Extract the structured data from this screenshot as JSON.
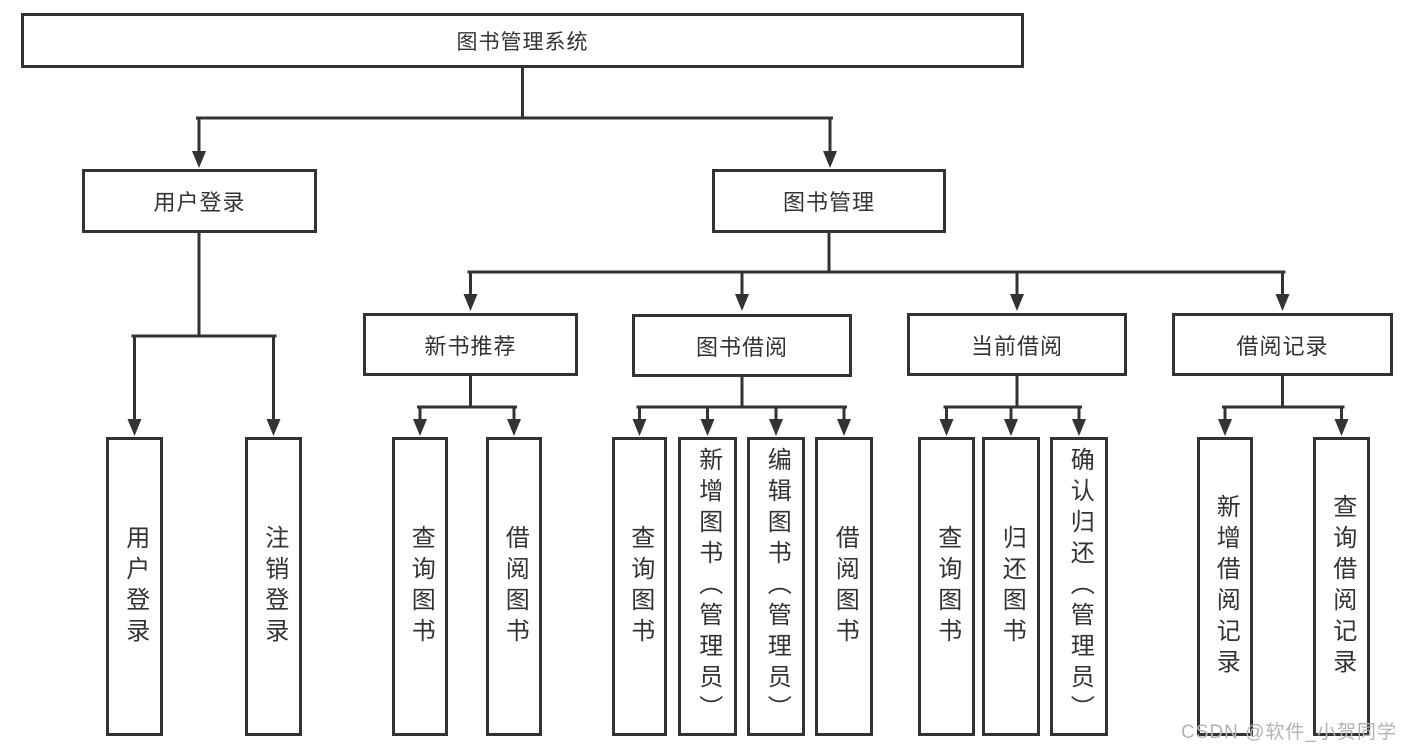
{
  "diagram": {
    "root": "图书管理系统",
    "level2": {
      "user_login": "用户登录",
      "book_management": "图书管理"
    },
    "level3": {
      "new_books": "新书推荐",
      "book_borrow": "图书借阅",
      "current_borrow": "当前借阅",
      "borrow_records": "借阅记录"
    },
    "leaves": {
      "user_login": [
        "用户登录",
        "注销登录"
      ],
      "new_books": [
        "查询图书",
        "借阅图书"
      ],
      "book_borrow": [
        "查询图书",
        "新增图书（管理员）",
        "编辑图书（管理员）",
        "借阅图书"
      ],
      "current_borrow": [
        "查询图书",
        "归还图书",
        "确认归还（管理员）"
      ],
      "borrow_records": [
        "新增借阅记录",
        "查询借阅记录"
      ]
    },
    "watermark": "CSDN @软件_小贺同学",
    "colors": {
      "line": "#333333",
      "text": "#333333",
      "watermark": "#b3b3b3",
      "background": "#ffffff"
    }
  }
}
